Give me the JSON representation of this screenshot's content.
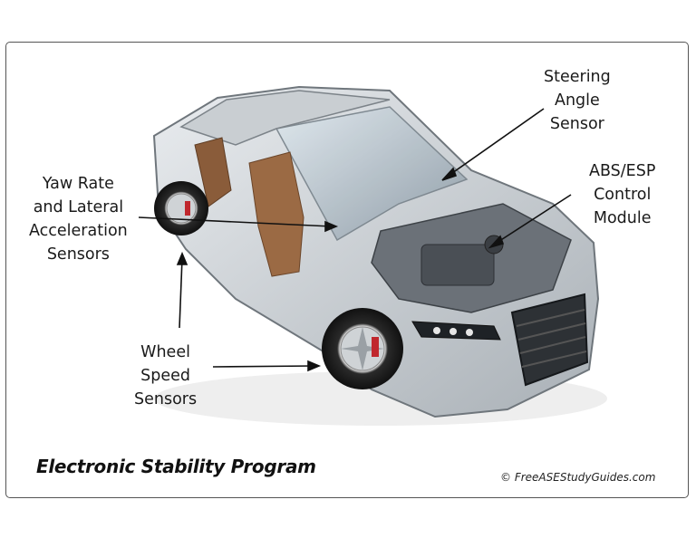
{
  "labels": {
    "steering": [
      "Steering",
      "Angle",
      "Sensor"
    ],
    "abs": [
      "ABS/ESP",
      "Control",
      "Module"
    ],
    "yaw": [
      "Yaw Rate",
      "and Lateral",
      "Acceleration",
      "Sensors"
    ],
    "wheel": [
      "Wheel",
      "Speed",
      "Sensors"
    ]
  },
  "title": "Electronic Stability Program",
  "credit": "© FreeASEStudyGuides.com"
}
